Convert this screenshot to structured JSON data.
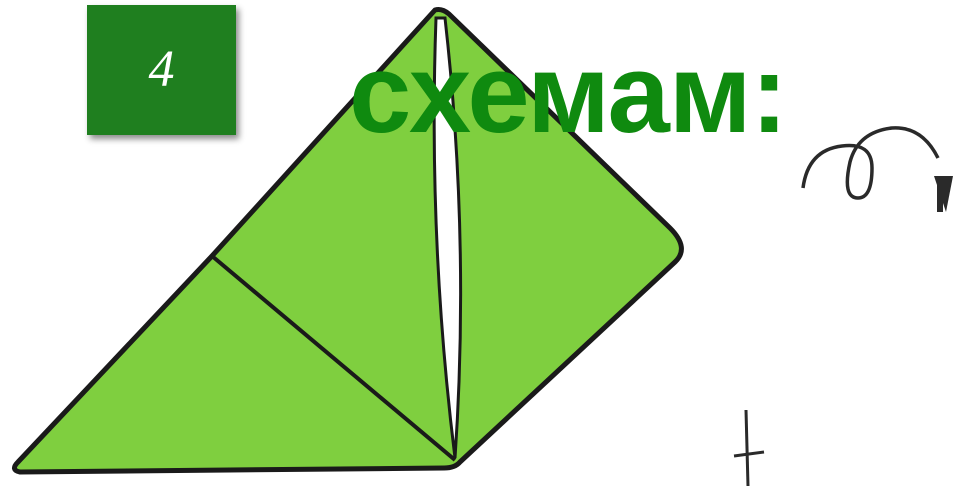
{
  "badge": {
    "number": "4"
  },
  "title": {
    "text": "схемам:"
  },
  "colors": {
    "badge_background": "#1f7f1f",
    "title_text": "#0f8a0f",
    "paper_fill": "#7fcf3f",
    "fold_line": "#1a1a1a"
  },
  "diagram": {
    "subject": "origami-fold-diagram",
    "icons": [
      "fold-arrow-icon",
      "marker-line-icon"
    ]
  }
}
